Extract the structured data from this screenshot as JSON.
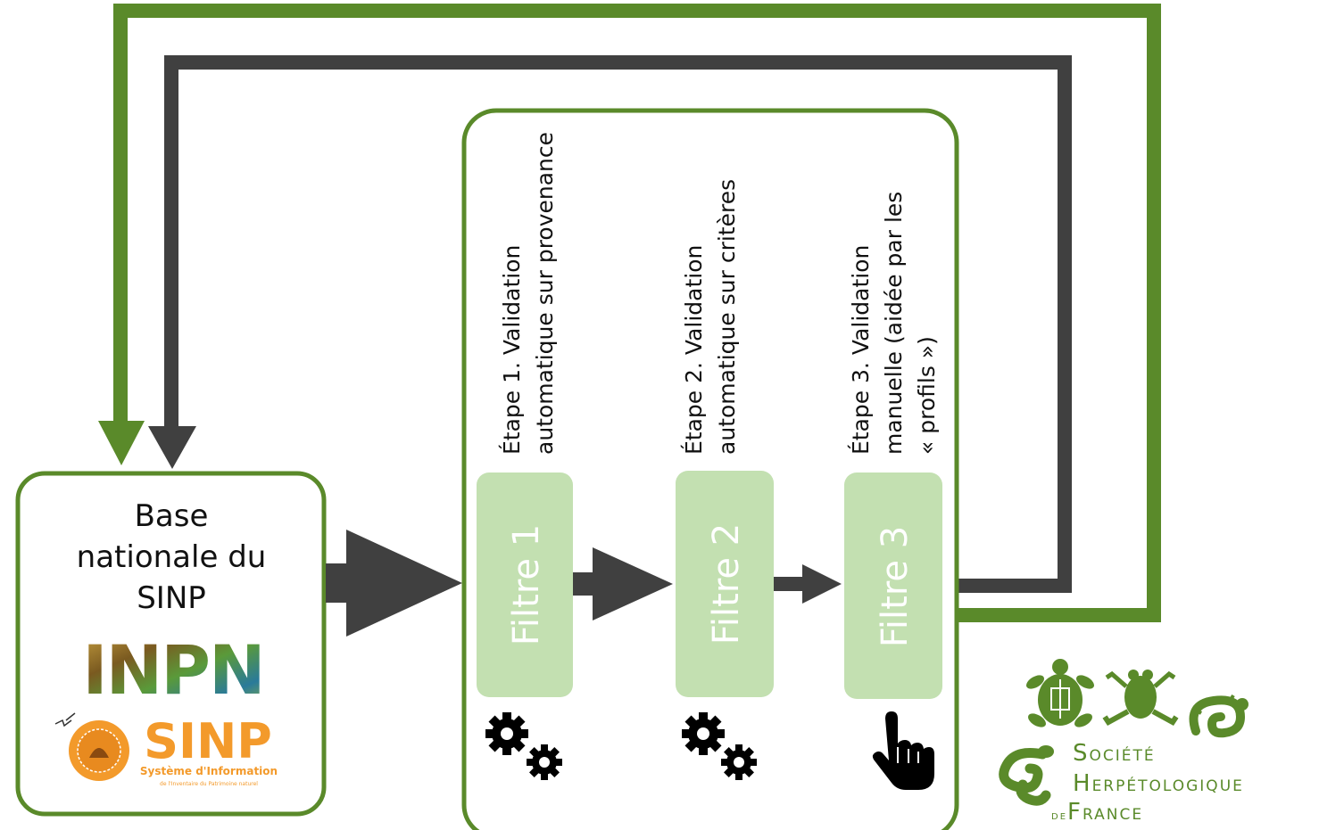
{
  "colors": {
    "green": "#5a8a2a",
    "dark": "#404040",
    "filter_fill": "#c3e0b1",
    "sinp_orange": "#f39a2b",
    "shf_green": "#5a8a2a"
  },
  "base": {
    "line1": "Base",
    "line2": "nationale du",
    "line3": "SINP"
  },
  "logos": {
    "inpn": "INPN",
    "sinp": "SINP",
    "sinp_sub1": "Système d'Information",
    "sinp_sub2": "de l'Inventaire du Patrimoine naturel"
  },
  "steps": [
    {
      "label_lines": [
        "Étape 1. Validation",
        "automatique sur provenance"
      ],
      "filter": "Filtre 1",
      "icon": "gears-icon"
    },
    {
      "label_lines": [
        "Étape 2. Validation",
        "automatique sur critères"
      ],
      "filter": "Filtre 2",
      "icon": "gears-icon"
    },
    {
      "label_lines": [
        "Étape 3. Validation",
        "manuelle (aidée par les",
        "« profils »)"
      ],
      "filter": "Filtre 3",
      "icon": "hand-pointer-icon"
    }
  ],
  "shf": {
    "line1_big": "S",
    "line1_rest": "OCIÉTÉ",
    "line2_big": "H",
    "line2_rest": "ERPÉTOLOGIQUE",
    "line3_de": "DE",
    "line3_big": "F",
    "line3_rest": "RANCE"
  }
}
